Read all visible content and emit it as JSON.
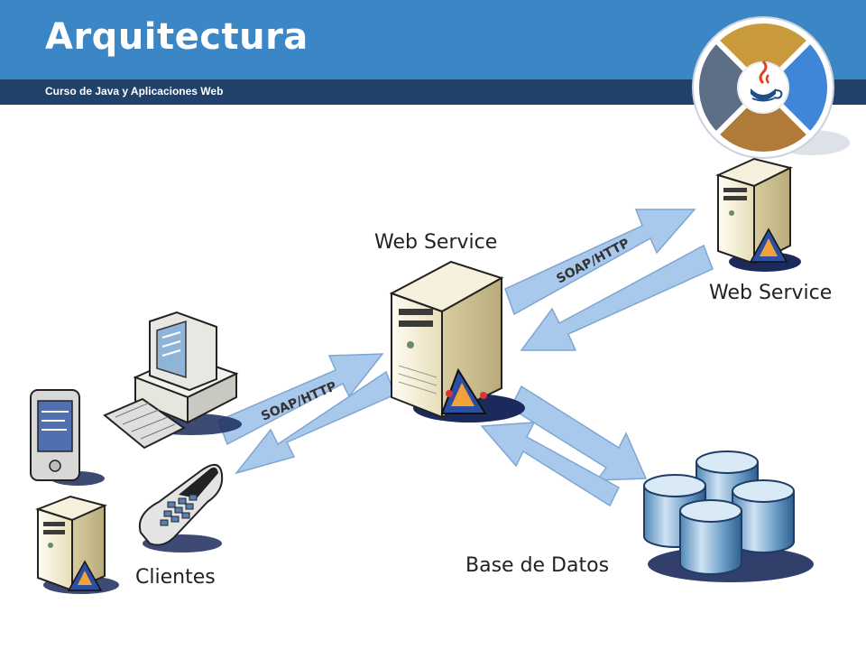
{
  "slide": {
    "title": "Arquitectura",
    "subtitle": "Curso de Java y Aplicaciones Web"
  },
  "diagram": {
    "nodes": {
      "central": "Web Service",
      "remote": "Web Service",
      "clients": "Clientes",
      "database": "Base de Datos"
    },
    "arrows": {
      "clients_link": "SOAP/HTTP",
      "remote_link": "SOAP/HTTP"
    }
  },
  "logo": {
    "icon": "java-coffee-cup-icon"
  }
}
